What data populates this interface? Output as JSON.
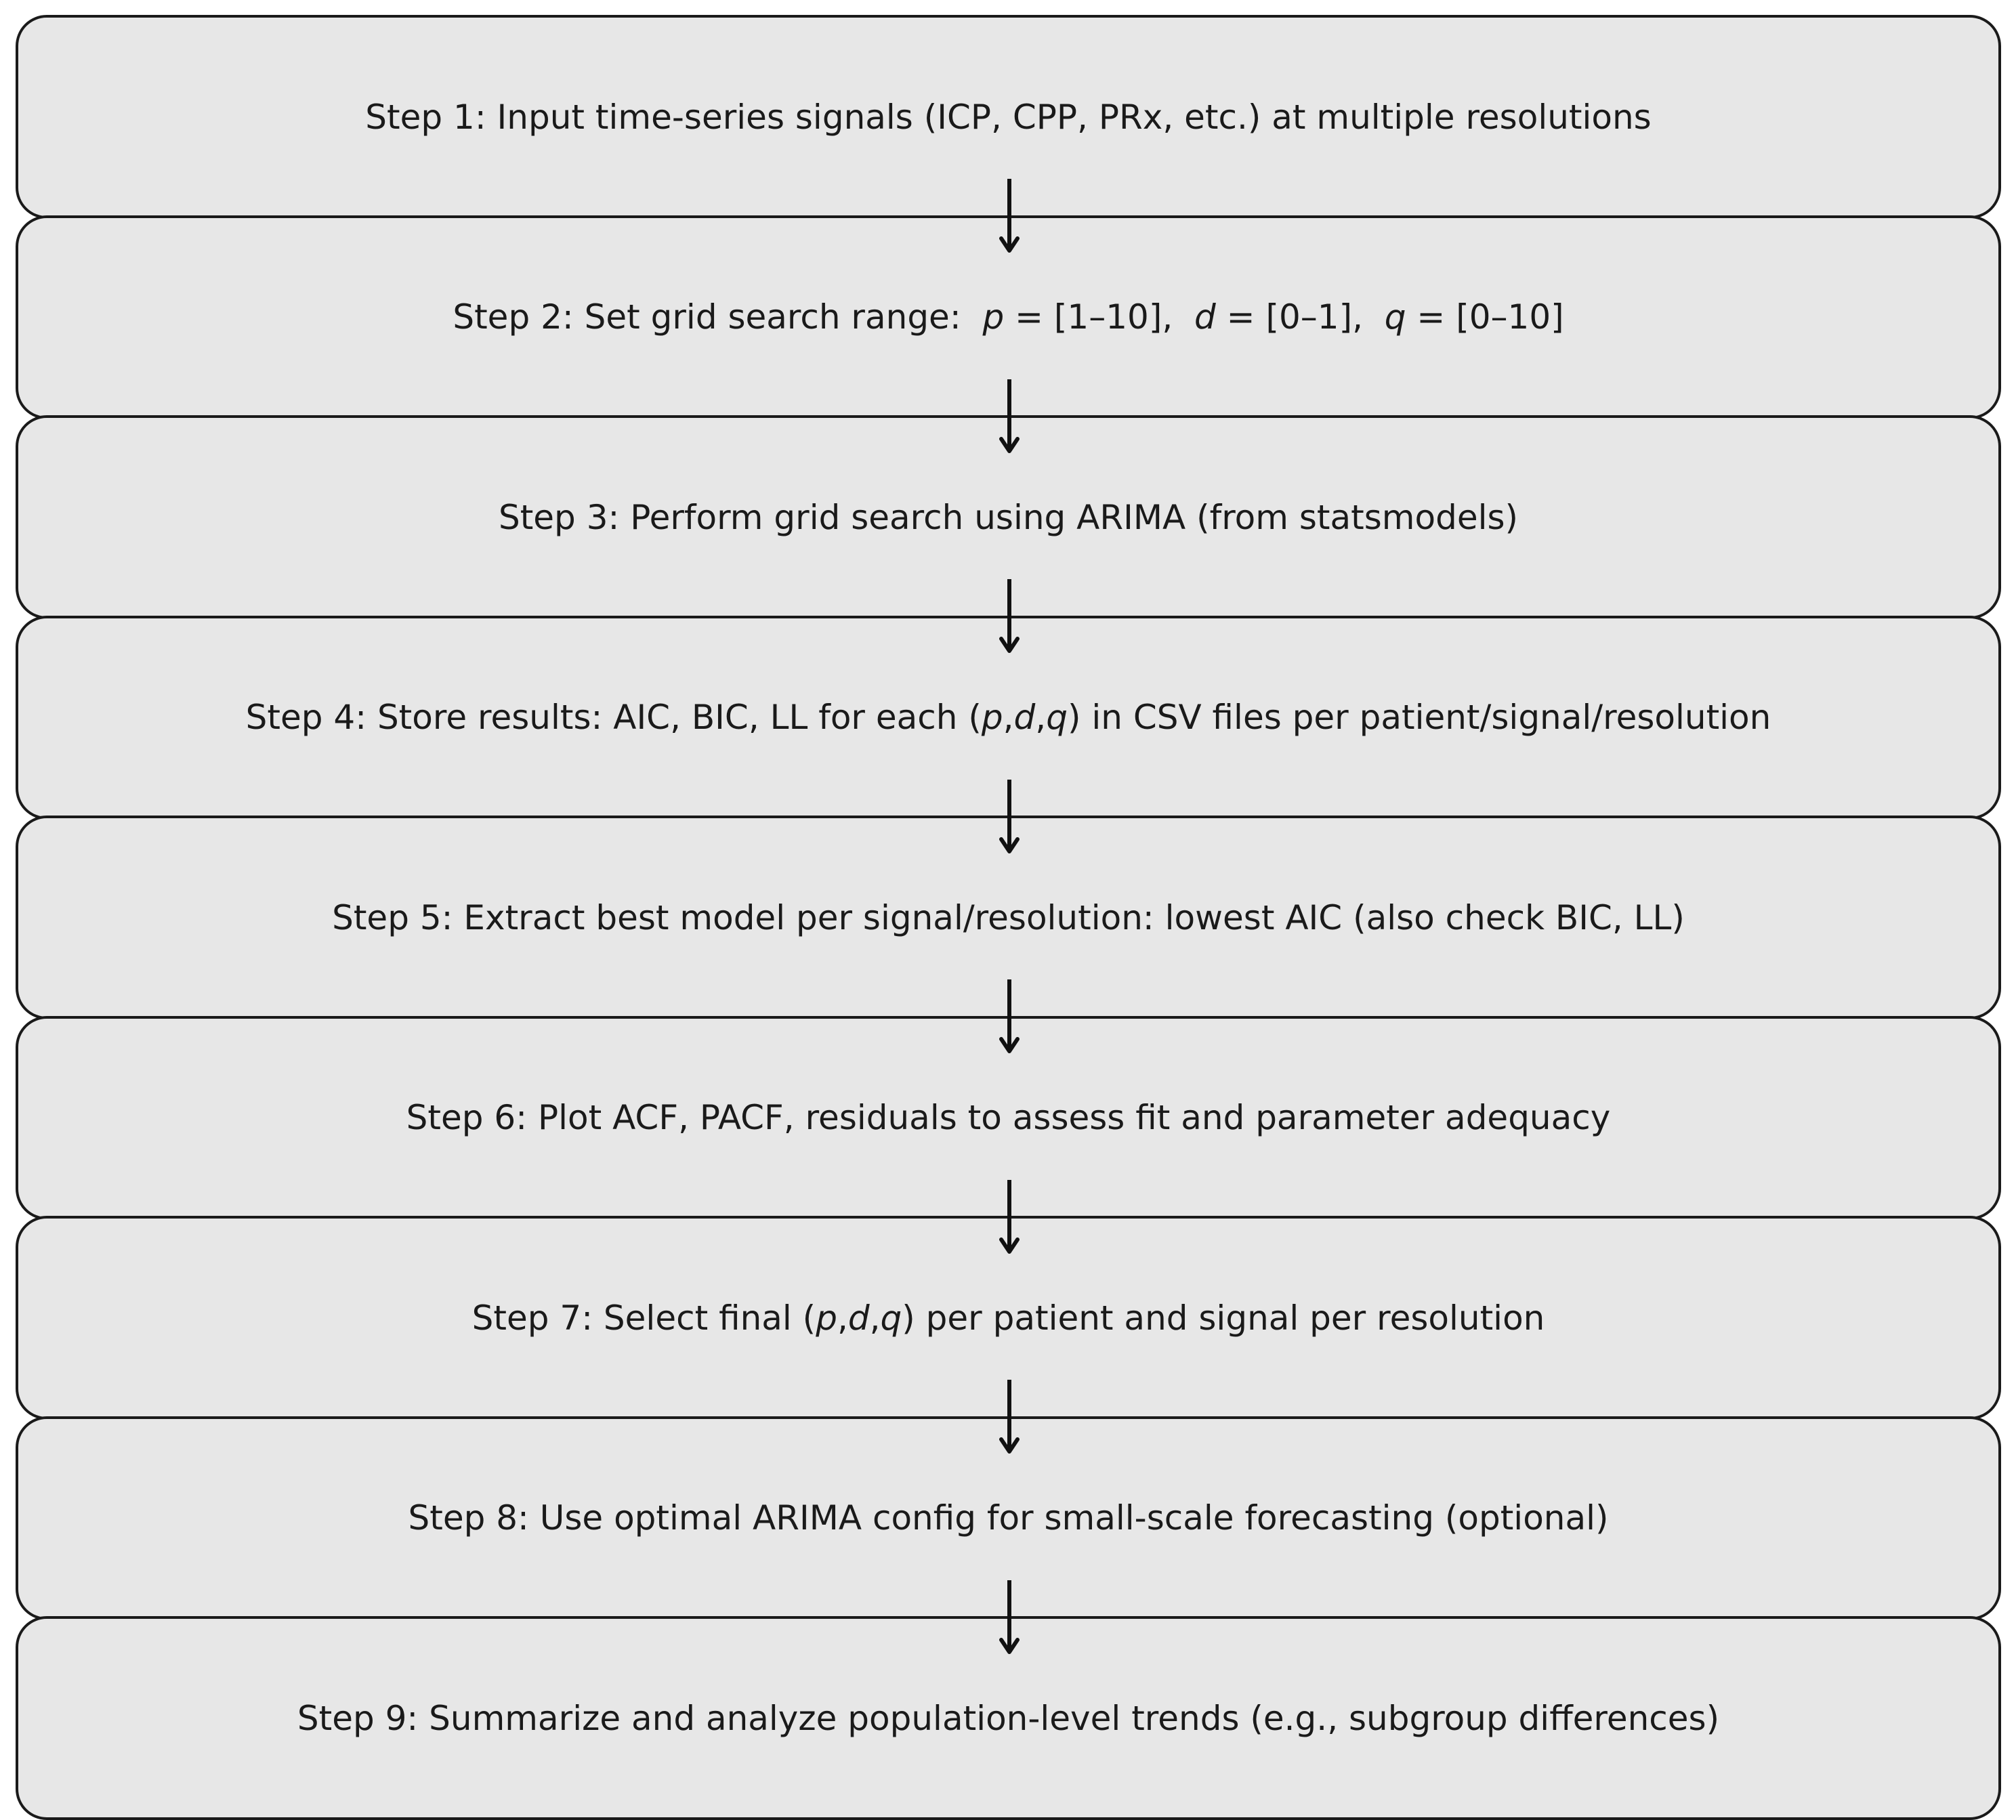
{
  "flowchart": {
    "steps": [
      {
        "segments": [
          {
            "t": "Step 1: Input time-series signals (ICP, CPP, PRx, etc.) at multiple resolutions"
          }
        ]
      },
      {
        "segments": [
          {
            "t": "Step 2: Set grid search range:  "
          },
          {
            "t": "p",
            "i": true
          },
          {
            "t": " = [1–10],  "
          },
          {
            "t": "d",
            "i": true
          },
          {
            "t": " = [0–1],  "
          },
          {
            "t": "q",
            "i": true
          },
          {
            "t": " = [0–10]"
          }
        ]
      },
      {
        "segments": [
          {
            "t": "Step 3: Perform grid search using ARIMA (from statsmodels)"
          }
        ]
      },
      {
        "segments": [
          {
            "t": "Step 4: Store results: AIC, BIC, LL for each ("
          },
          {
            "t": "p",
            "i": true
          },
          {
            "t": ","
          },
          {
            "t": "d",
            "i": true
          },
          {
            "t": ","
          },
          {
            "t": "q",
            "i": true
          },
          {
            "t": ") in CSV files per patient/signal/resolution"
          }
        ]
      },
      {
        "segments": [
          {
            "t": "Step 5: Extract best model per signal/resolution: lowest AIC (also check BIC, LL)"
          }
        ]
      },
      {
        "segments": [
          {
            "t": "Step 6: Plot ACF, PACF, residuals to assess fit and parameter adequacy"
          }
        ]
      },
      {
        "segments": [
          {
            "t": "Step 7: Select final ("
          },
          {
            "t": "p",
            "i": true
          },
          {
            "t": ","
          },
          {
            "t": "d",
            "i": true
          },
          {
            "t": ","
          },
          {
            "t": "q",
            "i": true
          },
          {
            "t": ") per patient and signal per resolution"
          }
        ]
      },
      {
        "segments": [
          {
            "t": "Step 8: Use optimal ARIMA config for small-scale forecasting (optional)"
          }
        ]
      },
      {
        "segments": [
          {
            "t": "Step 9: Summarize and analyze population-level trends (e.g., subgroup differences)"
          }
        ]
      }
    ]
  },
  "colors": {
    "box_fill": "#e7e7e7",
    "box_border": "#1a1a1a",
    "arrow": "#111111",
    "text": "#1a1a1a"
  }
}
